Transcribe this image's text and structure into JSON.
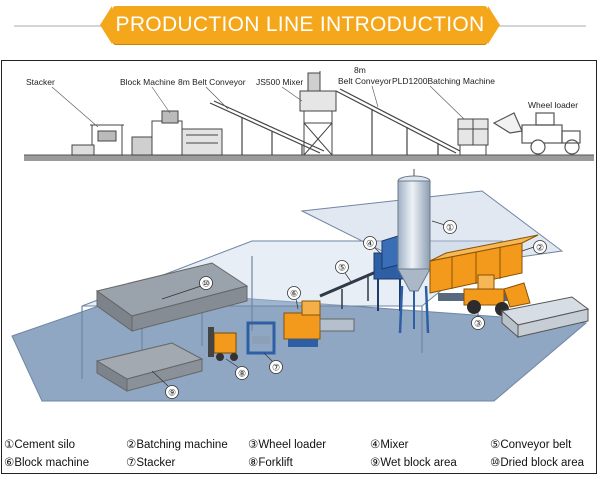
{
  "banner": {
    "title": "PRODUCTION LINE INTRODUCTION",
    "color": "#f5a71c"
  },
  "side_view": {
    "labels": {
      "stacker": "Stacker",
      "block_machine": "Block Machine",
      "belt_conveyor_1": "8m Belt Conveyor",
      "mixer": "JS500 Mixer",
      "belt_conveyor_2_top": "8m",
      "belt_conveyor_2_bottom": "Belt Conveyor",
      "batching_machine": "PLD1200Batching Machine",
      "wheel_loader": "Wheel loader"
    }
  },
  "iso_view": {
    "callouts": [
      {
        "num": "①"
      },
      {
        "num": "②"
      },
      {
        "num": "③"
      },
      {
        "num": "④"
      },
      {
        "num": "⑤"
      },
      {
        "num": "⑥"
      },
      {
        "num": "⑦"
      },
      {
        "num": "⑧"
      },
      {
        "num": "⑨"
      },
      {
        "num": "⑩"
      }
    ],
    "colors": {
      "floor": "#8fa7c3",
      "equipment_orange": "#f39a1c",
      "equipment_blue": "#2e5fa5",
      "silo": "#c9d3df"
    }
  },
  "legend": [
    {
      "num": "①",
      "label": "Cement silo"
    },
    {
      "num": "②",
      "label": "Batching machine"
    },
    {
      "num": "③",
      "label": "Wheel loader"
    },
    {
      "num": "④",
      "label": "Mixer"
    },
    {
      "num": "⑤",
      "label": "Conveyor belt"
    },
    {
      "num": "⑥",
      "label": "Block machine"
    },
    {
      "num": "⑦",
      "label": "Stacker"
    },
    {
      "num": "⑧",
      "label": "Forklift"
    },
    {
      "num": "⑨",
      "label": "Wet block area"
    },
    {
      "num": "⑩",
      "label": "Dried block area"
    }
  ]
}
